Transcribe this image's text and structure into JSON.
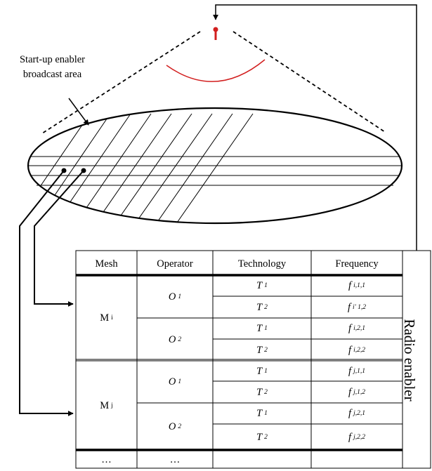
{
  "caption": "Start-up enabler\nbroadcast area",
  "side_label": "Radio enabler",
  "table": {
    "headers": [
      "Mesh",
      "Operator",
      "Technology",
      "Frequency"
    ],
    "groups": [
      {
        "mesh": "M",
        "mesh_sub": "i",
        "operators": [
          {
            "name": "O",
            "sub": "1",
            "rows": [
              {
                "tech": "T",
                "tech_sub": "1",
                "freq": "f",
                "freq_sub": "i,1,1"
              },
              {
                "tech": "T",
                "tech_sub": "2",
                "freq": "f",
                "freq_sub": "i' 1,2"
              }
            ]
          },
          {
            "name": "O",
            "sub": "2",
            "rows": [
              {
                "tech": "T",
                "tech_sub": "1",
                "freq": "f",
                "freq_sub": "i,2,1"
              },
              {
                "tech": "T",
                "tech_sub": "2",
                "freq": "f",
                "freq_sub": "i,2,2"
              }
            ]
          }
        ]
      },
      {
        "mesh": "M",
        "mesh_sub": "j",
        "operators": [
          {
            "name": "O",
            "sub": "1",
            "rows": [
              {
                "tech": "T",
                "tech_sub": "1",
                "freq": "f",
                "freq_sub": "j,1,1"
              },
              {
                "tech": "T",
                "tech_sub": "2",
                "freq": "f",
                "freq_sub": "j,1,2"
              }
            ]
          },
          {
            "name": "O",
            "sub": "2",
            "rows": [
              {
                "tech": "T",
                "tech_sub": "1",
                "freq": "f",
                "freq_sub": "j,2,1"
              },
              {
                "tech": "T",
                "tech_sub": "2",
                "freq": "f",
                "freq_sub": "j,2,2"
              }
            ]
          }
        ]
      }
    ],
    "footer": [
      "…",
      "…"
    ]
  },
  "colors": {
    "antenna": "#d21f1f",
    "lines": "#000000"
  }
}
